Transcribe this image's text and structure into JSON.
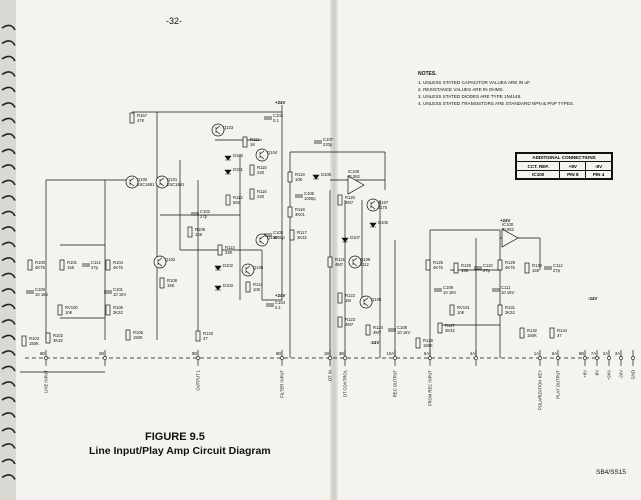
{
  "page_number": "-32-",
  "notes": {
    "title": "NOTES.",
    "items": [
      "1. UNLESS STATED CAPACITOR VALUES ARE IN uF.",
      "2. RESISTANCE VALUES ARE IN OHMS.",
      "3. UNLESS STATED DIODES ARE TYPE 1N4148.",
      "4. UNLESS STATED TRANSISTORS ARE STANDARD NPN & PNP TYPES."
    ]
  },
  "connections_table": {
    "title": "ADDITIONAL CONNECTIONS",
    "headers": [
      "CCT. REF.",
      "+8V",
      "-8V"
    ],
    "rows": [
      [
        "IC100",
        "PIN 8",
        "PIN 4"
      ]
    ]
  },
  "figure": {
    "number": "FIGURE 9.5",
    "title": "Line Input/Play Amp Circuit Diagram"
  },
  "doc_code": "SB4/SS15",
  "components": [
    {
      "ref": "R157",
      "value": "47K"
    },
    {
      "ref": "Q103"
    },
    {
      "ref": "C103",
      "value": "0.1"
    },
    {
      "ref": "Q100",
      "value": "2SC1681"
    },
    {
      "ref": "Q101",
      "value": "2SC1681"
    },
    {
      "ref": "R111",
      "value": "1K"
    },
    {
      "ref": "Q104"
    },
    {
      "ref": "D100"
    },
    {
      "ref": "D101"
    },
    {
      "ref": "R115",
      "value": "220"
    },
    {
      "ref": "R116",
      "value": "220"
    },
    {
      "ref": "R112",
      "value": "5K6"
    },
    {
      "ref": "C102",
      "value": "27p"
    },
    {
      "ref": "R109",
      "value": "15K"
    },
    {
      "ref": "R113",
      "value": "33K"
    },
    {
      "ref": "Q106"
    },
    {
      "ref": "Q102"
    },
    {
      "ref": "D102"
    },
    {
      "ref": "D103"
    },
    {
      "ref": "Q105"
    },
    {
      "ref": "R114",
      "value": "10K"
    },
    {
      "ref": "R108",
      "value": "15K"
    },
    {
      "ref": "C104",
      "value": "0.1"
    },
    {
      "ref": "R100",
      "value": "4K75"
    },
    {
      "ref": "R101",
      "value": "15K"
    },
    {
      "ref": "C114",
      "value": "27p"
    },
    {
      "ref": "R104",
      "value": "4K75"
    },
    {
      "ref": "C100",
      "value": "10 16V"
    },
    {
      "ref": "C101",
      "value": "10 16V"
    },
    {
      "ref": "RV100",
      "value": "10K"
    },
    {
      "ref": "R105",
      "value": "3K32"
    },
    {
      "ref": "R102",
      "value": "3K32"
    },
    {
      "ref": "R103",
      "value": "150K"
    },
    {
      "ref": "R106",
      "value": "150K"
    },
    {
      "ref": "R133",
      "value": "47"
    },
    {
      "ref": "C107",
      "value": "220p"
    },
    {
      "ref": "IC100",
      "value": "TL062"
    },
    {
      "ref": "R119",
      "value": "10K"
    },
    {
      "ref": "D105"
    },
    {
      "ref": "C106",
      "value": "1000p"
    },
    {
      "ref": "R118",
      "value": "3K01"
    },
    {
      "ref": "R120",
      "value": "4M7"
    },
    {
      "ref": "Q107",
      "value": "J175"
    },
    {
      "ref": "D106"
    },
    {
      "ref": "C105",
      "value": "1000p"
    },
    {
      "ref": "R117",
      "value": "3K32"
    },
    {
      "ref": "D107"
    },
    {
      "ref": "R121",
      "value": "4M7"
    },
    {
      "ref": "Q108",
      "value": "J112"
    },
    {
      "ref": "R122",
      "value": "1M"
    },
    {
      "ref": "Q109"
    },
    {
      "ref": "R123",
      "value": "4M7"
    },
    {
      "ref": "R124",
      "value": "4M7"
    },
    {
      "ref": "C108",
      "value": "10 16V"
    },
    {
      "ref": "IC100",
      "value": "TL062"
    },
    {
      "ref": "R125",
      "value": "4K75"
    },
    {
      "ref": "R126",
      "value": "15K"
    },
    {
      "ref": "C110",
      "value": "27p"
    },
    {
      "ref": "R129",
      "value": "4K75"
    },
    {
      "ref": "R130",
      "value": "15K"
    },
    {
      "ref": "C112",
      "value": "27p"
    },
    {
      "ref": "C109",
      "value": "10 16V"
    },
    {
      "ref": "C111",
      "value": "10 16V"
    },
    {
      "ref": "RV101",
      "value": "10K"
    },
    {
      "ref": "R131",
      "value": "3K32"
    },
    {
      "ref": "R127",
      "value": "3K32"
    },
    {
      "ref": "R128",
      "value": "150K"
    },
    {
      "ref": "R132",
      "value": "150K"
    },
    {
      "ref": "R134",
      "value": "47"
    }
  ],
  "rail_labels": [
    "+24V",
    "+24V",
    "-24V",
    "+24V",
    "-24V"
  ],
  "connectors": [
    {
      "pin": "6B",
      "label": "LINE INPUT"
    },
    {
      "pin": "2B"
    },
    {
      "pin": "9B",
      "label": "OUTPUT 1"
    },
    {
      "pin": "8B",
      "label": "FILTER INPUT"
    },
    {
      "pin": "1B",
      "label": "DT IN"
    },
    {
      "pin": "3B",
      "label": "DT CONTROL"
    },
    {
      "pin": "10A",
      "label": "REC OUTPUT"
    },
    {
      "pin": "5A",
      "label": "FROM REC INPUT"
    },
    {
      "pin": "4A"
    },
    {
      "pin": "1A",
      "label": "POLARIZATION KEY"
    },
    {
      "pin": "6A",
      "label": "PLAY OUTPUT"
    },
    {
      "pin": "8B",
      "label": "+8V"
    },
    {
      "pin": "7A",
      "label": "-8V"
    },
    {
      "pin": "2A",
      "label": "+24V"
    },
    {
      "pin": "3A",
      "label": "-24V"
    },
    {
      "pin": "",
      "label": "GND"
    }
  ]
}
